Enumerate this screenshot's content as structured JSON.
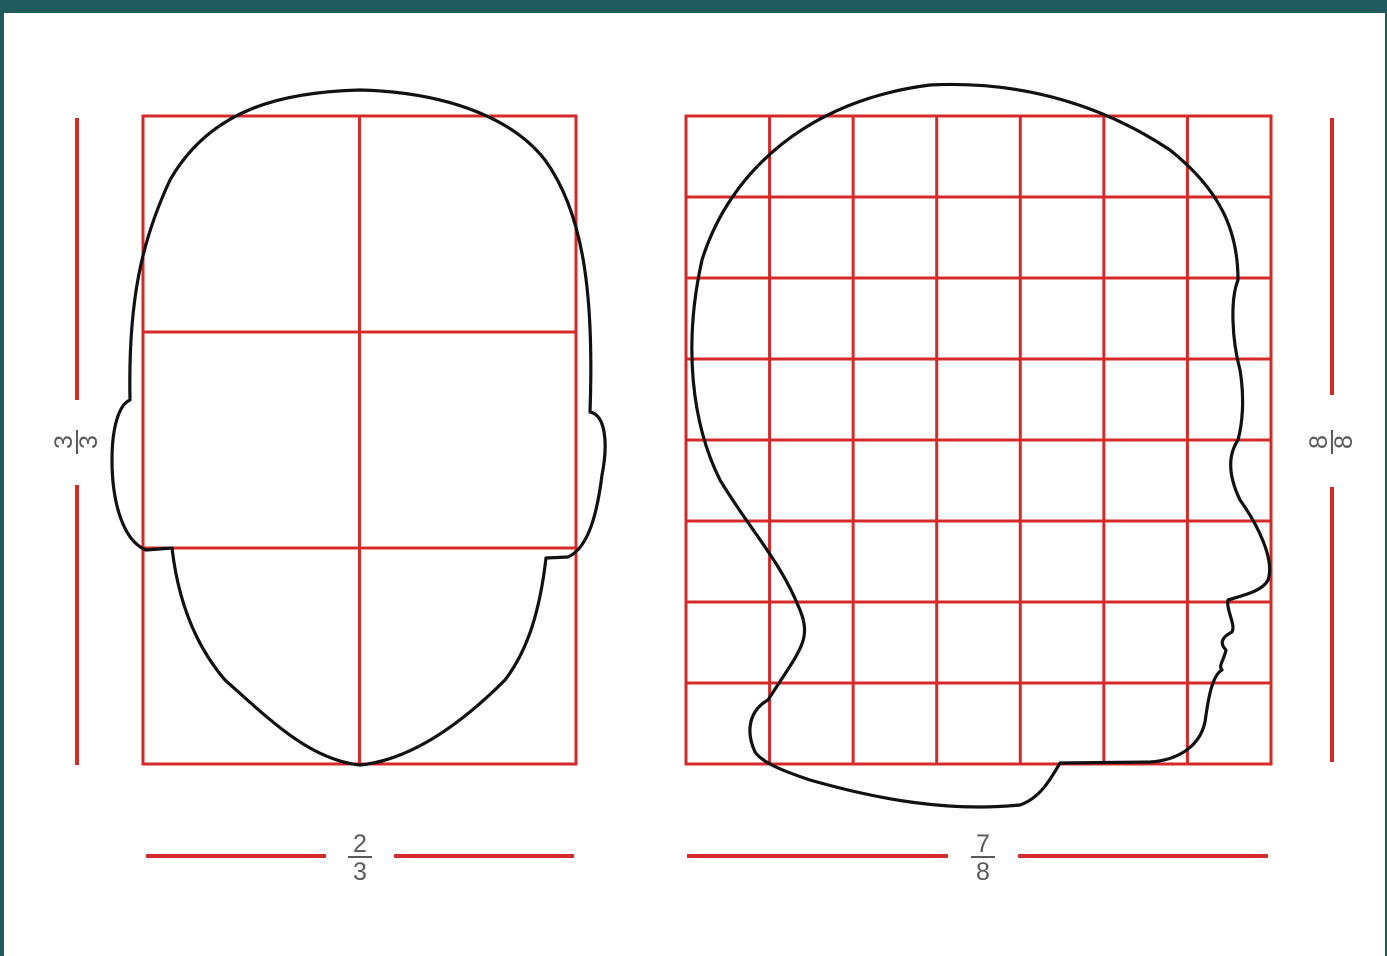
{
  "diagram": {
    "front_view": {
      "grid_columns": 2,
      "grid_rows": 3,
      "width_label": {
        "numerator": "2",
        "denominator": "3"
      },
      "height_label": {
        "numerator": "3",
        "denominator": "3"
      }
    },
    "side_view": {
      "grid_columns": 7,
      "grid_rows": 8,
      "width_label": {
        "numerator": "7",
        "denominator": "8"
      },
      "height_label": {
        "numerator": "8",
        "denominator": "8"
      }
    },
    "colors": {
      "grid": "#d42a2a",
      "outline": "#111111",
      "frame": "#1f5a5c",
      "background": "#ffffff",
      "label": "#5a5a5a"
    }
  }
}
